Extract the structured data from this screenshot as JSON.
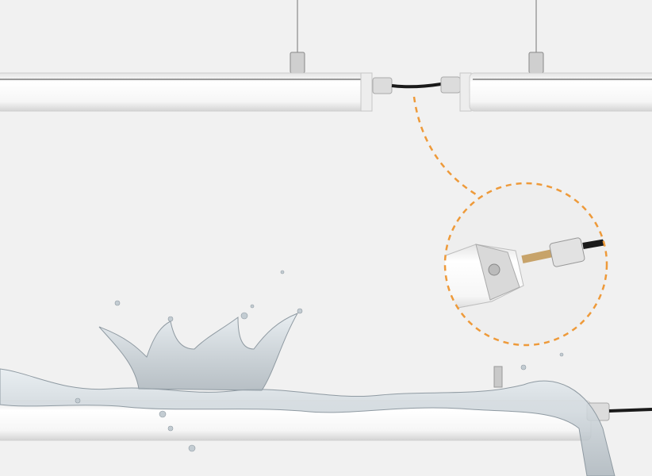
{
  "colors": {
    "background": "#f1f1f1",
    "accent_dashed": "#ee9a3a",
    "tube_body": "#fafafa",
    "tube_shadow": "#d6d6d6",
    "cable": "#1a1a1a",
    "water": "#cfd6db"
  },
  "icons": [
    "suspension-wire",
    "tube-light",
    "connector-cable",
    "zoom-inset-circle",
    "water-splash"
  ]
}
